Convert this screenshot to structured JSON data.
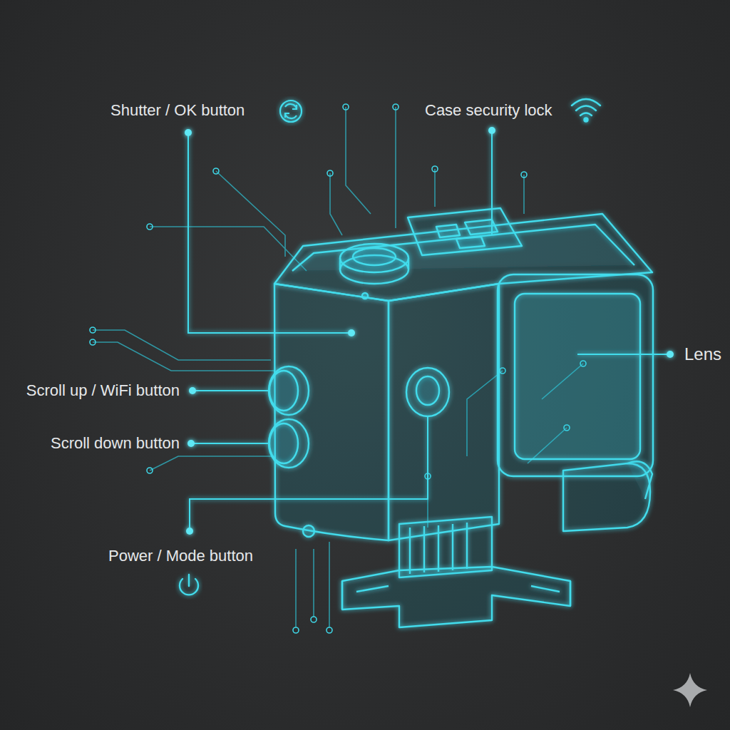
{
  "diagram": {
    "labels": [
      "Shutter / OK button",
      "Case security lock",
      "Lens",
      "Scroll up / WiFi button",
      "Scroll down button",
      "Power / Mode button"
    ]
  }
}
